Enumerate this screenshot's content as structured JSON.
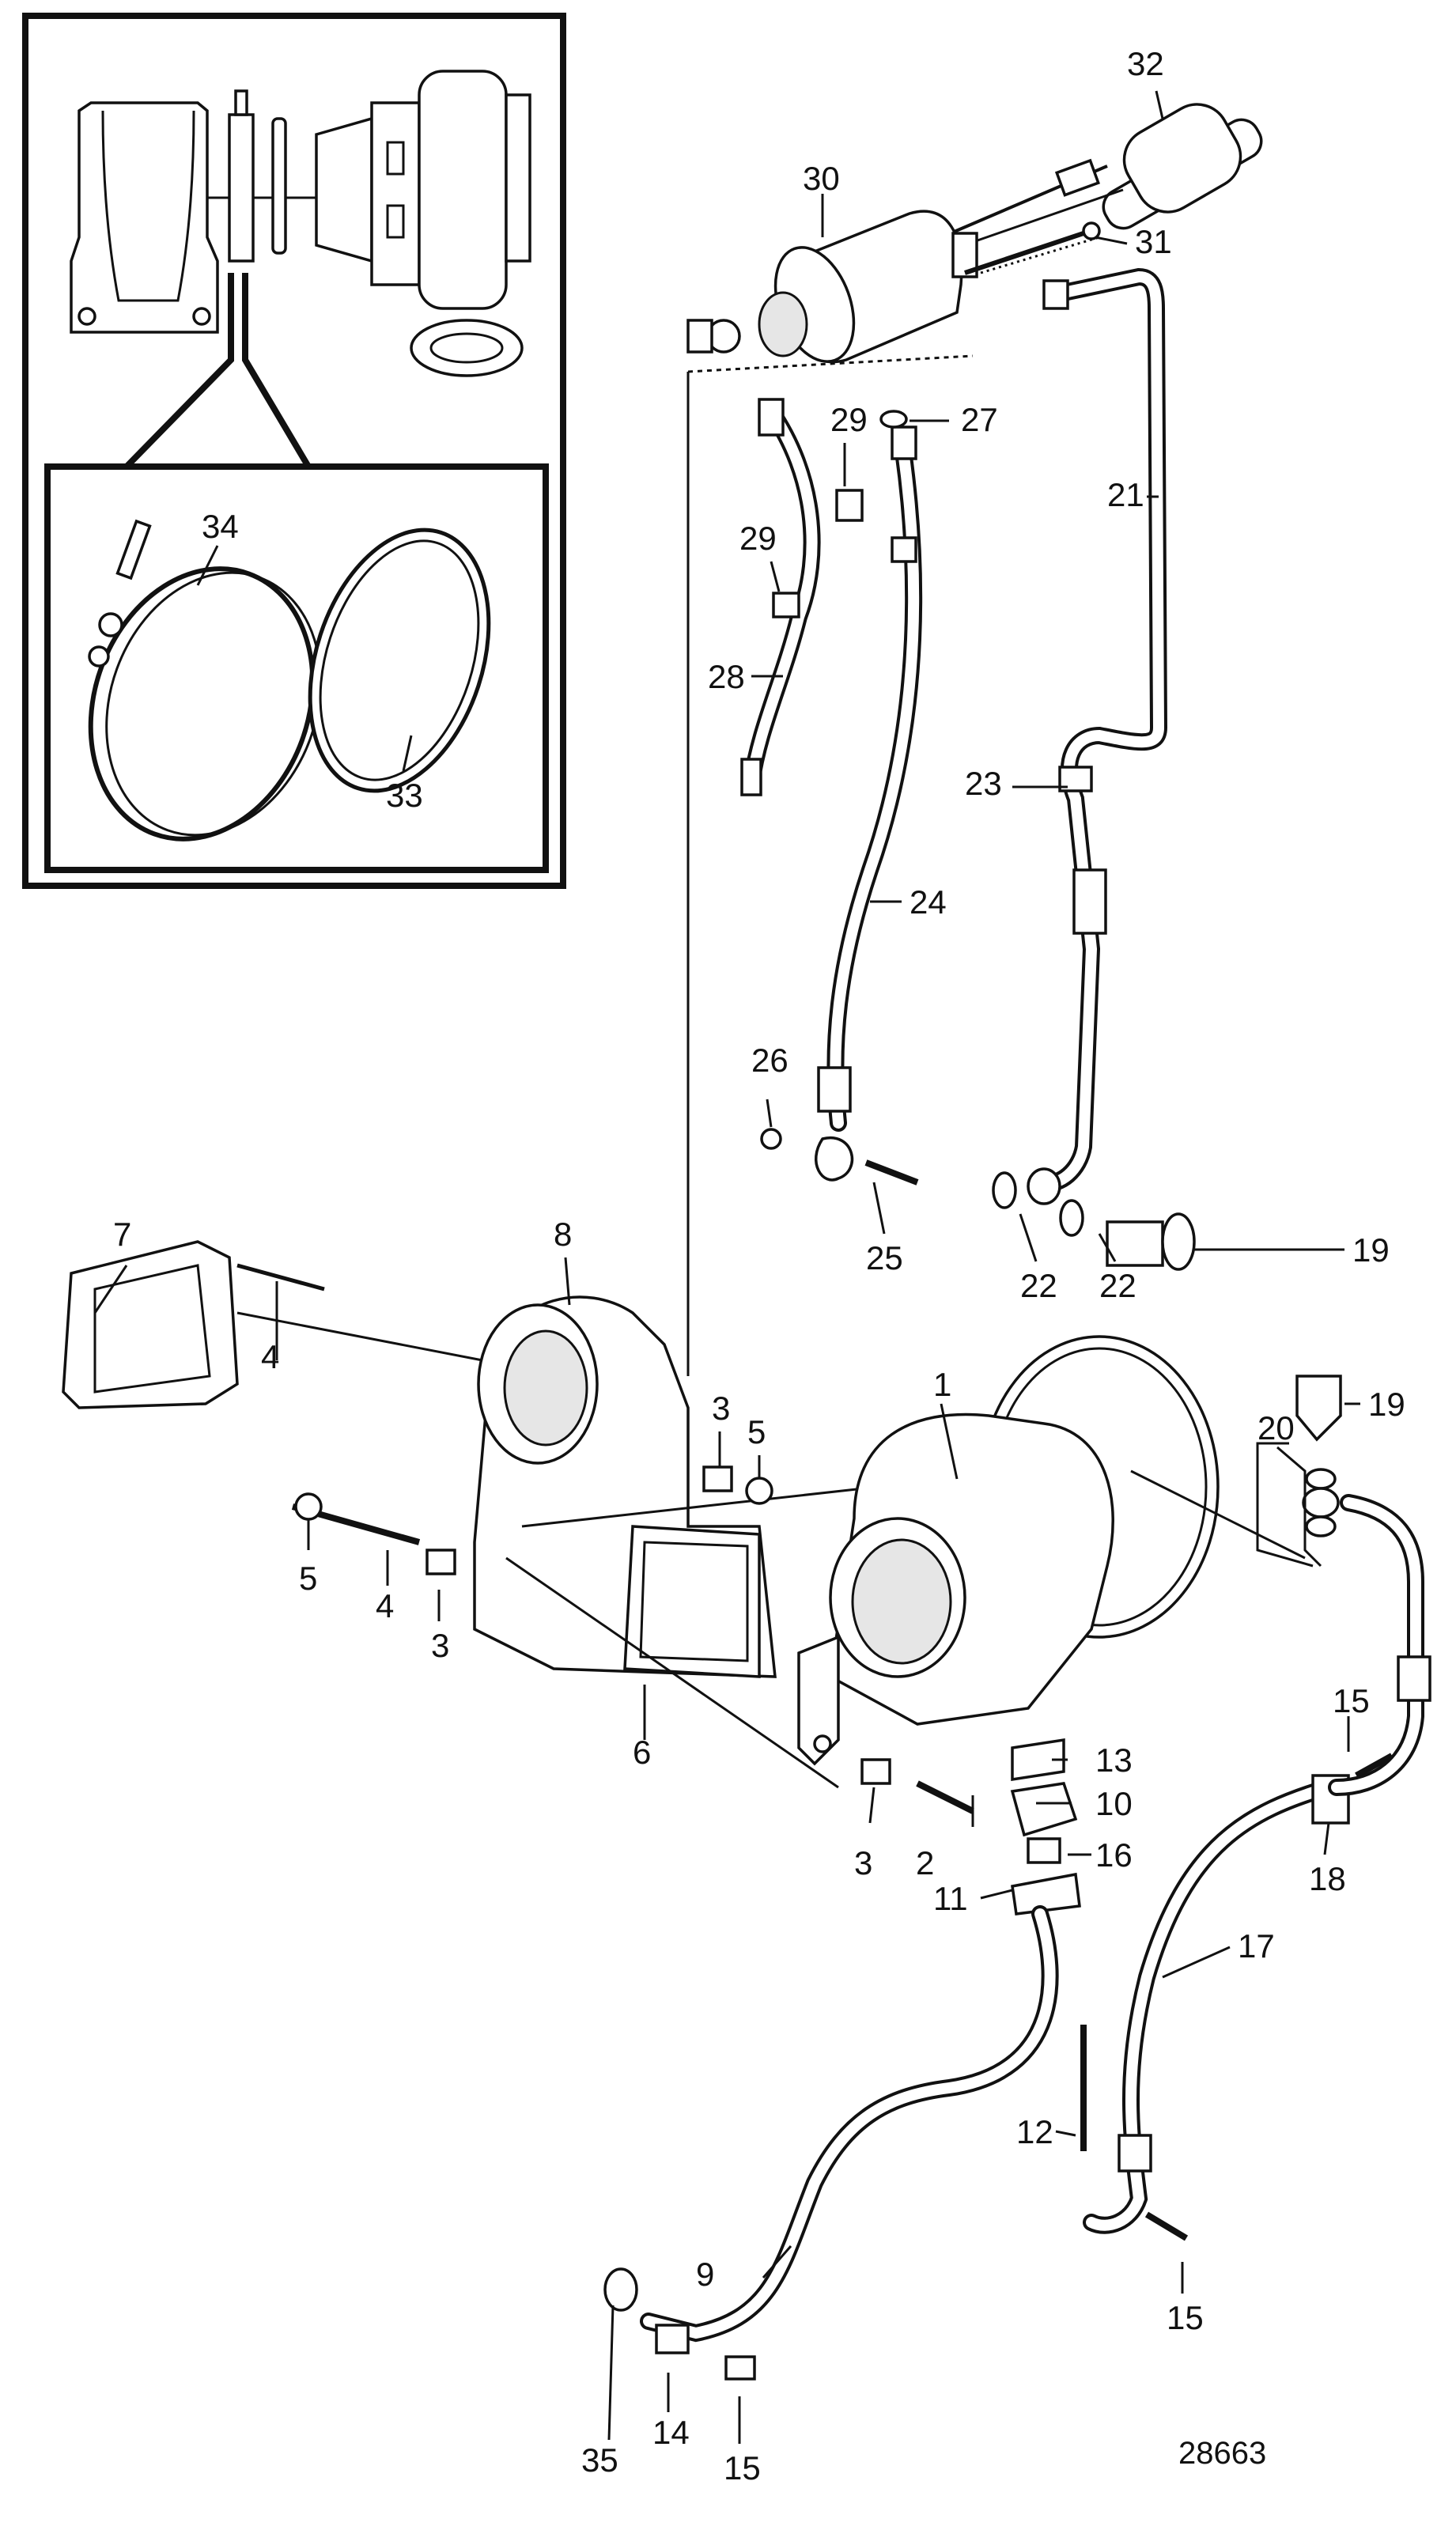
{
  "figure_id": "28663",
  "callouts": [
    {
      "num": "1"
    },
    {
      "num": "2"
    },
    {
      "num": "3"
    },
    {
      "num": "3"
    },
    {
      "num": "3"
    },
    {
      "num": "4"
    },
    {
      "num": "4"
    },
    {
      "num": "5"
    },
    {
      "num": "5"
    },
    {
      "num": "6"
    },
    {
      "num": "7"
    },
    {
      "num": "8"
    },
    {
      "num": "9"
    },
    {
      "num": "10"
    },
    {
      "num": "11"
    },
    {
      "num": "12"
    },
    {
      "num": "13"
    },
    {
      "num": "14"
    },
    {
      "num": "15"
    },
    {
      "num": "15"
    },
    {
      "num": "15"
    },
    {
      "num": "16"
    },
    {
      "num": "17"
    },
    {
      "num": "18"
    },
    {
      "num": "19"
    },
    {
      "num": "19"
    },
    {
      "num": "20"
    },
    {
      "num": "21"
    },
    {
      "num": "22"
    },
    {
      "num": "22"
    },
    {
      "num": "23"
    },
    {
      "num": "24"
    },
    {
      "num": "25"
    },
    {
      "num": "26"
    },
    {
      "num": "27"
    },
    {
      "num": "28"
    },
    {
      "num": "29"
    },
    {
      "num": "29"
    },
    {
      "num": "30"
    },
    {
      "num": "31"
    },
    {
      "num": "32"
    },
    {
      "num": "33"
    },
    {
      "num": "34"
    },
    {
      "num": "35"
    }
  ]
}
